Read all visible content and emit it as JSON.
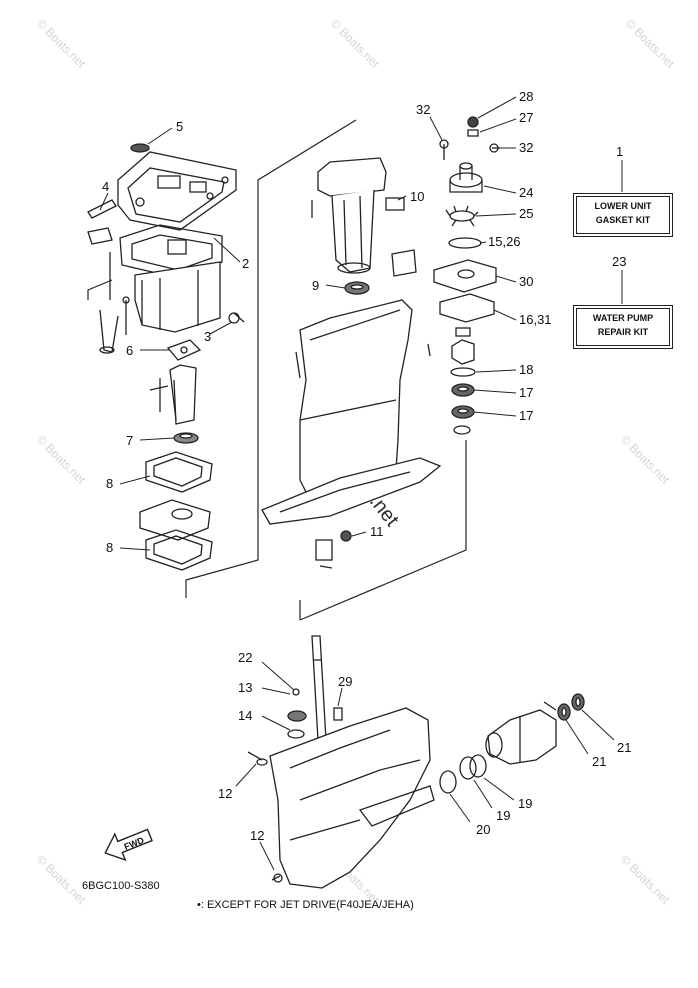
{
  "watermark": "© Boats.net",
  "center_watermark": "© Boats.net",
  "kits": {
    "lower_unit": {
      "ref": "1",
      "line1": "LOWER UNIT",
      "line2": "GASKET KIT"
    },
    "water_pump": {
      "ref": "23",
      "line1": "WATER PUMP",
      "line2": "REPAIR KIT"
    }
  },
  "callouts": {
    "c28": "28",
    "c27": "27",
    "c32a": "32",
    "c32b": "32",
    "c24": "24",
    "c25": "25",
    "c15": "15,26",
    "c30": "30",
    "c16": "16,31",
    "c18": "18",
    "c17a": "17",
    "c17b": "17",
    "c5": "5",
    "c4": "4",
    "c2": "2",
    "c3": "3",
    "c6": "6",
    "c7": "7",
    "c8a": "8",
    "c8b": "8",
    "c10": "10",
    "c9": "9",
    "c11": "11",
    "c22": "22",
    "c13": "13",
    "c14": "14",
    "c29": "29",
    "c12a": "12",
    "c12b": "12",
    "c20": "20",
    "c19a": "19",
    "c19b": "19",
    "c21a": "21",
    "c21b": "21"
  },
  "fwd": "FWD",
  "diagram_code": "6BGC100-S380",
  "footnote": "•: EXCEPT FOR JET DRIVE(F40JEA/JEHA)"
}
